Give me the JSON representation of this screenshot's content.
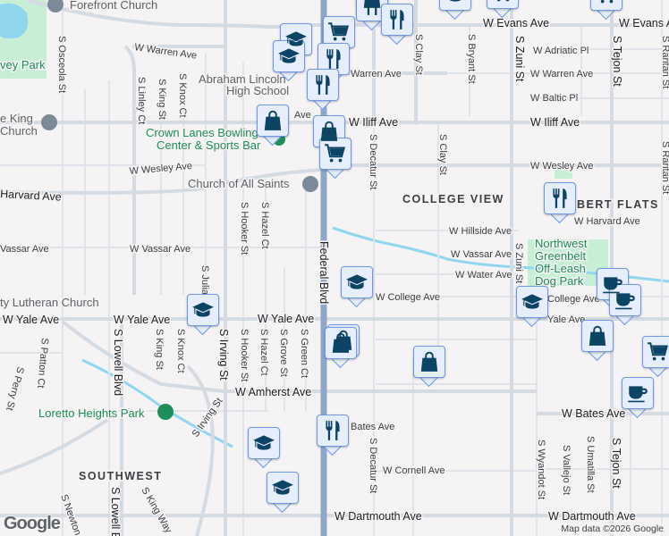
{
  "map": {
    "neighborhoods": {
      "college_view": "COLLEGE VIEW",
      "ruby_hill_flats": "BERT FLATS",
      "southwest": "SOUTHWEST"
    },
    "streets": {
      "w_evans": "W Evans Ave",
      "w_evans_left": "W Evans Ave",
      "w_warren": "W Warren Ave",
      "w_warren_mid": "Warren Ave",
      "w_warren_right": "W Warren Ave",
      "w_adriatic": "W Adriatic Pl",
      "w_baltic": "W Baltic Pl",
      "w_iliff": "W Iliff Ave",
      "w_iliff_left": "W Iliff Ave",
      "iliff_ave_frag": "Ave",
      "w_wesley": "W Wesley Ave",
      "w_wesley_right": "W Wesley Ave",
      "harvard_left": "Harvard Ave",
      "w_harvard_right": "W Harvard Ave",
      "w_hillside": "W Hillside Ave",
      "vassar_left": "Vassar Ave",
      "w_vassar": "W Vassar Ave",
      "w_vassar_right": "W Vassar Ave",
      "w_water": "W Water Ave",
      "w_college": "W College Ave",
      "college_right": "College Ave",
      "yale_right": "Yale Ave",
      "w_yale_left": "W Yale Ave",
      "w_yale_mid": "W Yale Ave",
      "w_yale_fed": "W Yale Ave",
      "w_amherst": "W Amherst Ave",
      "w_bates": "W Bates Ave",
      "bates_mid": "Bates Ave",
      "w_cornell": "W Cornell Ave",
      "w_dartmouth": "W Dartmouth Ave",
      "w_dartmouth_right": "W Dartmouth Ave",
      "federal": "Federal Blvd",
      "s_osceola": "S Osceola St",
      "s_linley": "S Linley Ct",
      "s_king": "S King St",
      "s_knox": "S Knox Ct",
      "s_hooker": "S Hooker St",
      "s_hazel": "S Hazel Ct",
      "s_clay": "S Clay St",
      "s_clay2": "S Clay St",
      "s_bryant": "S Bryant St",
      "s_zuni": "S Zuni St",
      "s_zuni2": "S Zuni St",
      "s_tejon": "S Tejon St",
      "s_tejon2": "S Tejon St",
      "s_raritan": "S Raritan St",
      "s_raritan2": "S Raritan St",
      "s_decatur": "S Decatur St",
      "s_decatur2": "S Decatur St",
      "s_julian": "S Julian St",
      "s_lowell": "S Lowell Blvd",
      "s_lowell2": "S Lowell Blvd",
      "s_king2": "S King St",
      "s_knox2": "S Knox Ct",
      "s_irving": "S Irving St",
      "s_irving2": "S Irving St",
      "s_hooker2": "S Hooker St",
      "s_hazel2": "S Hazel Ct",
      "s_grove": "S Grove St",
      "s_green": "S Green Ct",
      "s_perry": "S Perry St",
      "s_patton": "S Patton Ct",
      "s_newton": "S Newton St",
      "s_king_way": "S King Way",
      "s_wyandot": "S Wyandot St",
      "s_vallejo": "S Vallejo St",
      "s_umatilla": "S Umatilla St"
    },
    "places": {
      "forefront": "Forefront Church",
      "harvey_park": "vey Park",
      "king_church_1": "e King",
      "king_church_2": "Church",
      "lincoln_1": "Abraham Lincoln",
      "lincoln_2": "High School",
      "crown_1": "Crown Lanes Bowling",
      "crown_2": "Center & Sports Bar",
      "all_saints": "Church of All Saints",
      "lutheran": "ty Lutheran Church",
      "loretto": "Loretto Heights Park",
      "greenbelt_1": "Northwest",
      "greenbelt_2": "Greenbelt",
      "greenbelt_3": "Off-Leash",
      "greenbelt_4": "Dog Park"
    },
    "marker_types": [
      "restaurant-icon",
      "school-icon",
      "shopping-bag-icon",
      "shopping-cart-icon",
      "coffee-icon"
    ],
    "colors": {
      "marker_fill": "#e6edfc",
      "marker_border": "#6f97e6",
      "marker_icon": "#0d4466",
      "park": "#c6efd6",
      "water": "#8fd6ee",
      "highway": "#8ea7c7",
      "background": "#f5f3f4"
    },
    "attribution": "Map data ©2026 Google",
    "logo": "Google"
  }
}
